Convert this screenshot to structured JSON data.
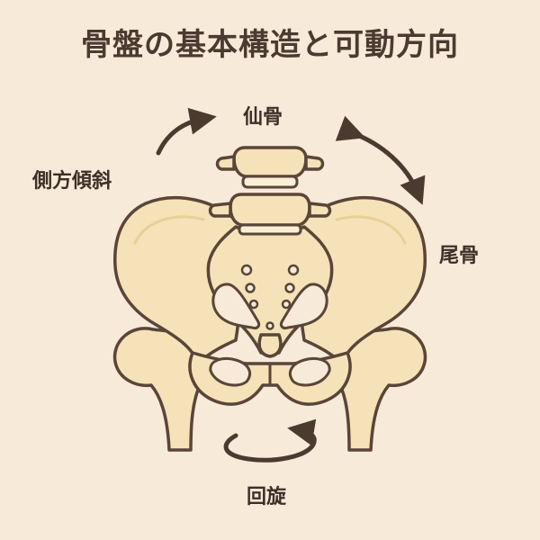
{
  "title": "骨盤の基本構造と可動方向",
  "labels": {
    "sacrum": "仙骨",
    "lateral_tilt": "側方傾斜",
    "coccyx": "尾骨",
    "rotation": "回旋"
  },
  "colors": {
    "background": "#f7ead8",
    "bone_fill": "#f5e2b8",
    "outline": "#5a4538",
    "text": "#3b2f28"
  }
}
